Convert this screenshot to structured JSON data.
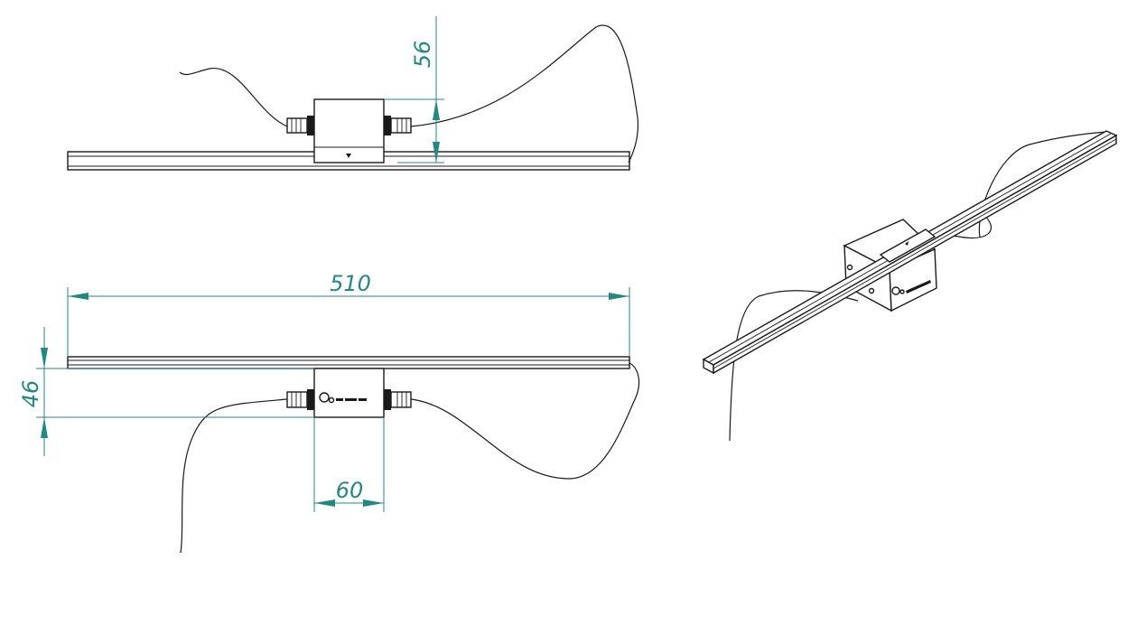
{
  "dimensions": {
    "height_top_view": "56",
    "length": "510",
    "height_front_view": "46",
    "box_width": "60"
  },
  "colors": {
    "dimension": "#1f8a84",
    "line": "#1a1a1a",
    "background": "#ffffff"
  }
}
